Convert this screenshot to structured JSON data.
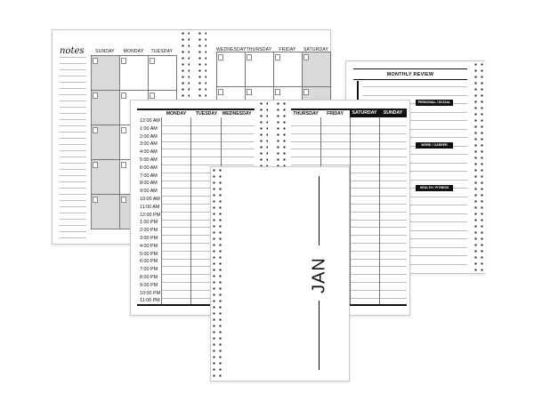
{
  "monthly_calendar": {
    "notes_title": "notes",
    "days_left": [
      "SUNDAY",
      "MONDAY",
      "TUESDAY"
    ],
    "days_right": [
      "WEDNESDAY",
      "THURSDAY",
      "FRIDAY",
      "SATURDAY"
    ]
  },
  "monthly_review": {
    "title": "MONTHLY REVIEW",
    "sections": [
      "PERSONAL / SOCIAL",
      "WORK / CAREER",
      "HEALTH / FITNESS"
    ]
  },
  "weekly_schedule": {
    "days_left": [
      "MONDAY",
      "TUESDAY",
      "WEDNESDAY"
    ],
    "days_right": [
      "THURSDAY",
      "FRIDAY",
      "SATURDAY",
      "SUNDAY"
    ],
    "times": [
      "12:00 AM",
      "1:00 AM",
      "2:00 AM",
      "3:00 AM",
      "4:00 AM",
      "5:00 AM",
      "6:00 AM",
      "7:00 AM",
      "8:00 AM",
      "9:00 AM",
      "10:00 AM",
      "11:00 AM",
      "12:00 PM",
      "1:00 PM",
      "2:00 PM",
      "3:00 PM",
      "4:00 PM",
      "5:00 PM",
      "6:00 PM",
      "7:00 PM",
      "8:00 PM",
      "9:00 PM",
      "10:00 PM",
      "11:00 PM"
    ]
  },
  "cover": {
    "month": "JAN"
  },
  "colors": {
    "ink": "#111111",
    "shade": "#d9d9d9",
    "rule": "#bdbdbd"
  }
}
